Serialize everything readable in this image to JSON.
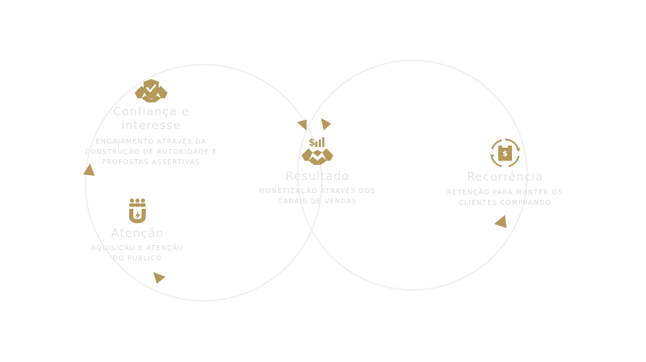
{
  "colors": {
    "gold": "#b5985a",
    "ring": "#ededed",
    "title": "#e4e4e4",
    "desc": "#dadada"
  },
  "stages": [
    {
      "id": "confianca",
      "icon": "handshake-shield-icon",
      "title_lines": [
        "Confiança e",
        "interesse"
      ],
      "desc_lines": [
        "Engajamento através da",
        "construção de autoridade e",
        "propostas assertivas"
      ]
    },
    {
      "id": "atencao",
      "icon": "magnet-people-icon",
      "title_lines": [
        "Atenção"
      ],
      "desc_lines": [
        "Aquisição e atenção",
        "do público"
      ]
    },
    {
      "id": "resultado",
      "icon": "handshake-money-icon",
      "title_lines": [
        "Resultado"
      ],
      "desc_lines": [
        "Monetização através dos",
        "canais de vendas"
      ]
    },
    {
      "id": "recorrencia",
      "icon": "box-cycle-icon",
      "title_lines": [
        "Recorrência"
      ],
      "desc_lines": [
        "Retenção para manter os",
        "clientes comprando"
      ]
    }
  ]
}
